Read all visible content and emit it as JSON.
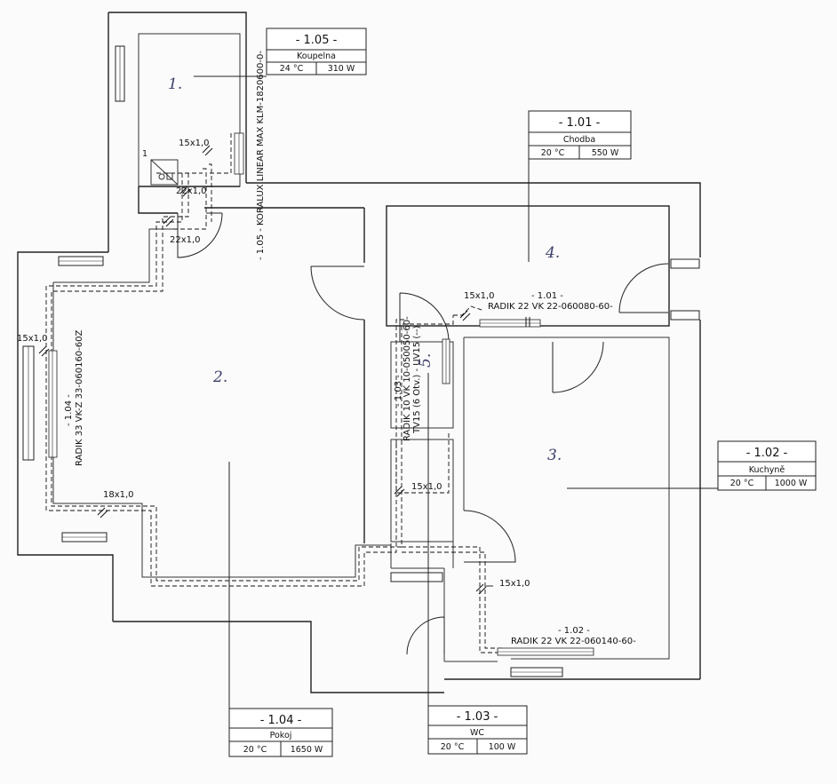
{
  "rooms": [
    {
      "id": "- 1.05 -",
      "name": "Koupelna",
      "temp": "24 °C",
      "power": "310 W"
    },
    {
      "id": "- 1.01 -",
      "name": "Chodba",
      "temp": "20 °C",
      "power": "550 W"
    },
    {
      "id": "- 1.02 -",
      "name": "Kuchyně",
      "temp": "20 °C",
      "power": "1000 W"
    },
    {
      "id": "- 1.04 -",
      "name": "Pokoj",
      "temp": "20 °C",
      "power": "1650 W"
    },
    {
      "id": "- 1.03 -",
      "name": "WC",
      "temp": "20 °C",
      "power": "100 W"
    }
  ],
  "hand_numbers": [
    "1.",
    "2.",
    "3.",
    "4.",
    "5."
  ],
  "pipes": {
    "p15_bath": "15x1,0",
    "p22_bath_a": "22x1,0",
    "p22_bath_b": "22x1,0",
    "p15_hall": "15x1,0",
    "p15_left": "15x1,0",
    "p18_room": "18x1,0",
    "p15_wc": "15x1,0",
    "p15_kitchen": "15x1,0"
  },
  "radiators": {
    "bath": "- 1.05 - KORALUX LINEAR MAX KLM-1820600-0-",
    "hall_id": "- 1.01 -",
    "hall_type": "RADIK 22 VK 22-060080-60-",
    "room_id": "- 1.04 -",
    "room_type": "RADIK 33 VK-Z 33-060160-60Z",
    "wc_id": "- 1.03 -",
    "wc_type": "RADIK 10 VK 10-050050-60-",
    "wc_valve": "TV15 (6 Otv.) - UV15 (--)",
    "kitchen_id": "- 1.02 -",
    "kitchen_type": "RADIK 22 VK 22-060140-60-"
  },
  "misc": {
    "wc_marker": "1"
  }
}
